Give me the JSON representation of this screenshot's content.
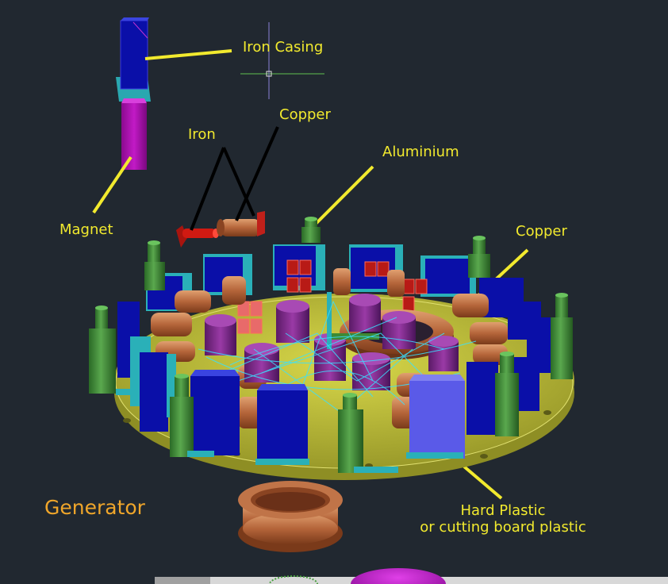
{
  "labels": {
    "iron_casing": "Iron Casing",
    "iron": "Iron",
    "copper_top": "Copper",
    "aluminium": "Aluminium",
    "magnet": "Magnet",
    "copper_right": "Copper",
    "generator": "Generator",
    "hard_plastic_line1": "Hard Plastic",
    "hard_plastic_line2": "or cutting board plastic"
  },
  "colors": {
    "background": "#212830",
    "label_yellow": "#f2ea2e",
    "title_orange": "#f0a62a",
    "iron_casing_blue": "#0a0fa8",
    "magnet_magenta": "#b012b4",
    "copper": "#b5653a",
    "iron_red": "#d01a12",
    "aluminium_green": "#3d8a34",
    "plastic_yellow": "#c4c43a",
    "coil_purple": "#7a2a85",
    "teal": "#2ab0b8"
  }
}
